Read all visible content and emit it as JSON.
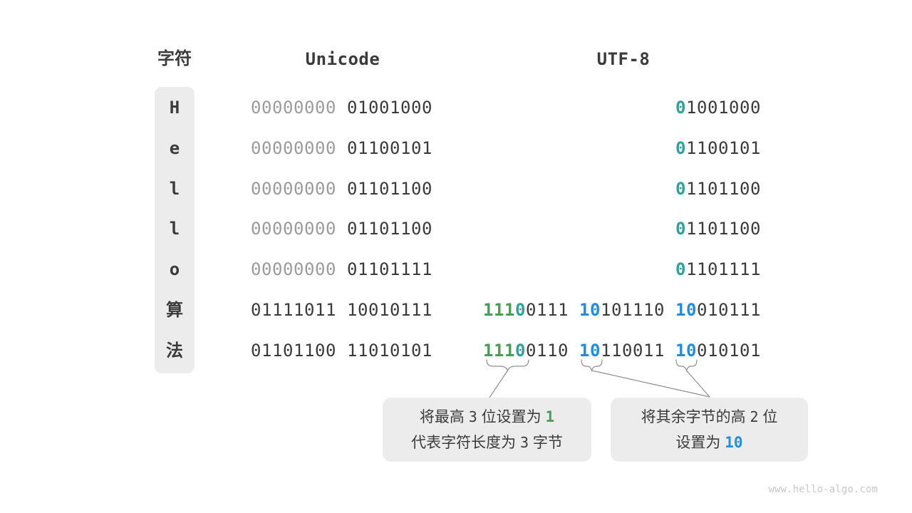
{
  "header": {
    "char": "字符",
    "unicode": "Unicode",
    "utf8": "UTF-8"
  },
  "colors": {
    "dark": "#3b3b3b",
    "gray": "#9b9b9b",
    "green": "#4a9d55",
    "teal": "#2fa29b",
    "blue": "#1f8ee0",
    "box_bg": "#ececec"
  },
  "rows": [
    {
      "char": "H",
      "unicode": [
        [
          [
            "gray",
            "00000000"
          ]
        ],
        [
          [
            "dark",
            "01001000"
          ]
        ]
      ],
      "utf8": [
        [
          [
            "teal",
            "0"
          ],
          [
            "dark",
            "1001000"
          ]
        ]
      ]
    },
    {
      "char": "e",
      "unicode": [
        [
          [
            "gray",
            "00000000"
          ]
        ],
        [
          [
            "dark",
            "01100101"
          ]
        ]
      ],
      "utf8": [
        [
          [
            "teal",
            "0"
          ],
          [
            "dark",
            "1100101"
          ]
        ]
      ]
    },
    {
      "char": "l",
      "unicode": [
        [
          [
            "gray",
            "00000000"
          ]
        ],
        [
          [
            "dark",
            "01101100"
          ]
        ]
      ],
      "utf8": [
        [
          [
            "teal",
            "0"
          ],
          [
            "dark",
            "1101100"
          ]
        ]
      ]
    },
    {
      "char": "l",
      "unicode": [
        [
          [
            "gray",
            "00000000"
          ]
        ],
        [
          [
            "dark",
            "01101100"
          ]
        ]
      ],
      "utf8": [
        [
          [
            "teal",
            "0"
          ],
          [
            "dark",
            "1101100"
          ]
        ]
      ]
    },
    {
      "char": "o",
      "unicode": [
        [
          [
            "gray",
            "00000000"
          ]
        ],
        [
          [
            "dark",
            "01101111"
          ]
        ]
      ],
      "utf8": [
        [
          [
            "teal",
            "0"
          ],
          [
            "dark",
            "1101111"
          ]
        ]
      ]
    },
    {
      "char": "算",
      "unicode": [
        [
          [
            "dark",
            "01111011"
          ]
        ],
        [
          [
            "dark",
            "10010111"
          ]
        ]
      ],
      "utf8": [
        [
          [
            "green",
            "111"
          ],
          [
            "teal",
            "0"
          ],
          [
            "dark",
            "0111"
          ]
        ],
        [
          [
            "blue",
            "10"
          ],
          [
            "dark",
            "101110"
          ]
        ],
        [
          [
            "blue",
            "10"
          ],
          [
            "dark",
            "010111"
          ]
        ]
      ]
    },
    {
      "char": "法",
      "unicode": [
        [
          [
            "dark",
            "01101100"
          ]
        ],
        [
          [
            "dark",
            "11010101"
          ]
        ]
      ],
      "utf8": [
        [
          [
            "green",
            "111"
          ],
          [
            "teal",
            "0"
          ],
          [
            "dark",
            "0110"
          ]
        ],
        [
          [
            "blue",
            "10"
          ],
          [
            "dark",
            "110011"
          ]
        ],
        [
          [
            "blue",
            "10"
          ],
          [
            "dark",
            "010101"
          ]
        ]
      ]
    }
  ],
  "callouts": [
    {
      "lines": [
        [
          [
            "plain",
            "将最高 "
          ],
          [
            "num",
            "3"
          ],
          [
            "plain",
            " 位设置为 "
          ],
          [
            "green",
            "1"
          ]
        ],
        [
          [
            "plain",
            "代表字符长度为 "
          ],
          [
            "num",
            "3"
          ],
          [
            "plain",
            " 字节"
          ]
        ]
      ]
    },
    {
      "lines": [
        [
          [
            "plain",
            "将其余字节的高 "
          ],
          [
            "num",
            "2"
          ],
          [
            "plain",
            " 位"
          ]
        ],
        [
          [
            "plain",
            "设置为 "
          ],
          [
            "blue",
            "10"
          ]
        ]
      ]
    }
  ],
  "watermark": "www.hello-algo.com"
}
